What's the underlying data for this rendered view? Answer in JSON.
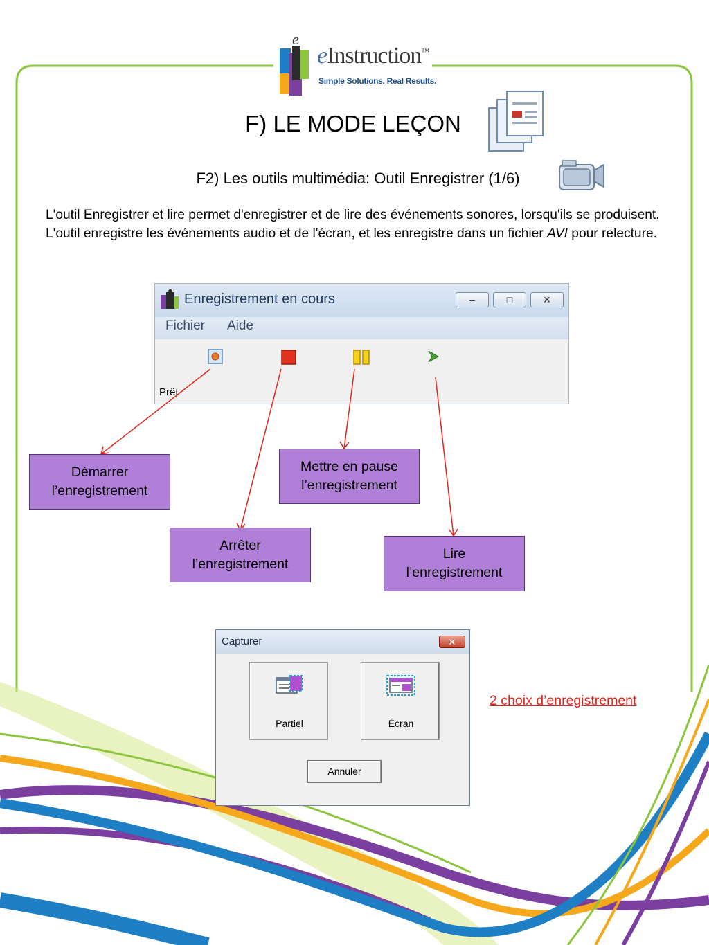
{
  "logo": {
    "brand": "eInstruction",
    "brand_prefix": "e",
    "brand_rest": "Instruction",
    "trademark": "™",
    "tagline": "Simple Solutions. Real Results."
  },
  "slide": {
    "title": "F) LE MODE LEÇON",
    "subtitle": "F2) Les outils multimédia: Outil Enregistrer (1/6)",
    "paragraph_start": "L'outil Enregistrer et lire permet d'enregistrer et de lire des événements sonores, lorsqu'ils se produisent. L'outil enregistre les événements audio et de l'écran, et les enregistre dans un fichier ",
    "paragraph_italic": "AVI",
    "paragraph_end": " pour relecture."
  },
  "recording_window": {
    "title": "Enregistrement en cours",
    "menu": [
      "Fichier",
      "Aide"
    ],
    "minimize": "–",
    "maximize": "□",
    "close": "✕",
    "tools": [
      "record-icon",
      "stop-icon",
      "pause-icon",
      "play-icon"
    ],
    "status": "Prêt"
  },
  "callouts": {
    "start": [
      "Démarrer",
      "l’enregistrement"
    ],
    "stop": [
      "Arrêter",
      "l’enregistrement"
    ],
    "pause": [
      "Mettre en pause",
      "l’enregistrement"
    ],
    "play": [
      "Lire",
      "l’enregistrement"
    ]
  },
  "capture_dialog": {
    "title": "Capturer",
    "close": "✕",
    "partial_label": "Partiel",
    "screen_label": "Écran",
    "cancel_label": "Annuler"
  },
  "note": "2 choix d’enregistrement",
  "colors": {
    "frame_green": "#8cc63f",
    "callout_purple": "#b07fd8",
    "arrow_red": "#e2231a",
    "swoosh_blue": "#1f7fc4",
    "swoosh_purple": "#7b3fa0",
    "swoosh_orange": "#f5a81c",
    "swoosh_green": "#8cc63f"
  }
}
